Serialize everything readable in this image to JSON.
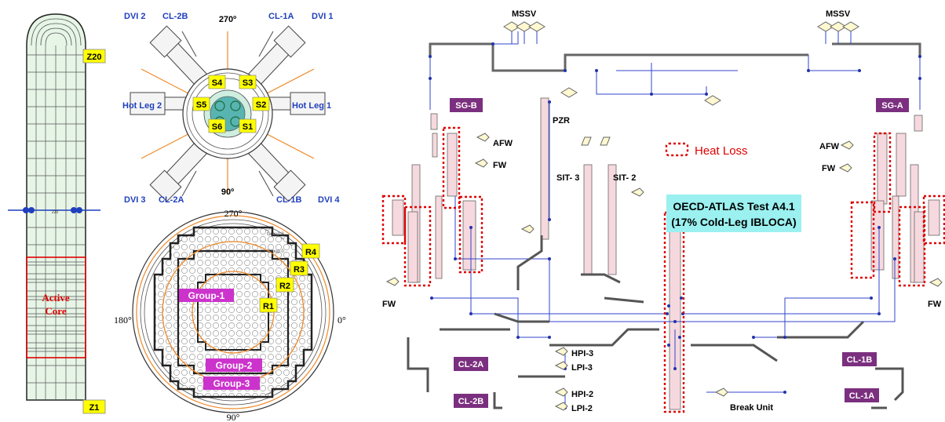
{
  "vessel": {
    "z20": "Z20",
    "z1": "Z1",
    "active_core_line1": "Active",
    "active_core_line2": "Core",
    "center_mark": "220"
  },
  "top_view": {
    "dvi2": "DVI 2",
    "cl2b": "CL-2B",
    "angle_top": "270º",
    "cl1a": "CL-1A",
    "dvi1": "DVI 1",
    "hot_leg2": "Hot Leg 2",
    "hot_leg1": "Hot Leg 1",
    "dvi3": "DVI 3",
    "cl2a": "CL-2A",
    "angle_bottom": "90º",
    "cl1b": "CL-1B",
    "dvi4": "DVI 4",
    "s1": "S1",
    "s2": "S2",
    "s3": "S3",
    "s4": "S4",
    "s5": "S5",
    "s6": "S6"
  },
  "core_map": {
    "angle_top": "270°",
    "angle_left": "180°",
    "angle_right": "0°",
    "angle_bottom": "90°",
    "group1": "Group-1",
    "group2": "Group-2",
    "group3": "Group-3",
    "group3_small": "Group 3",
    "group0_small": "Group 0",
    "r1": "R1",
    "r2": "R2",
    "r3": "R3",
    "r4": "R4"
  },
  "nodal": {
    "mssv_left": "MSSV",
    "mssv_right": "MSSV",
    "sg_b": "SG-B",
    "sg_a": "SG-A",
    "pzr": "PZR",
    "afw_left": "AFW",
    "fw_left_top": "FW",
    "afw_right": "AFW",
    "fw_right_top": "FW",
    "sit3": "SIT- 3",
    "sit2": "SIT- 2",
    "heat_loss": "Heat Loss",
    "test_line1": "OECD-ATLAS Test A4.1",
    "test_line2": "(17% Cold-Leg IBLOCA)",
    "fw_left_bottom": "FW",
    "fw_right_bottom": "FW",
    "cl2a": "CL-2A",
    "cl2b": "CL-2B",
    "cl1a": "CL-1A",
    "cl1b": "CL-1B",
    "hpi3": "HPI-3",
    "lpi3": "LPI-3",
    "hpi2": "HPI-2",
    "lpi2": "LPI-2",
    "break_unit": "Break Unit"
  },
  "colors": {
    "yellow": "#ffff00",
    "purple": "#7b2f7f",
    "magenta": "#cc33cc",
    "blue_text": "#1f3fbf",
    "red": "#e00000",
    "cyan_box": "#9bf0f0",
    "grid_green": "#e6f5e6"
  }
}
